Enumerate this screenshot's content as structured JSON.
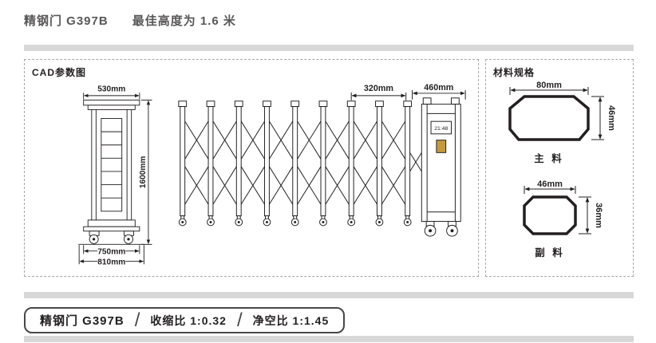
{
  "colors": {
    "bar": "#d8d8d8",
    "ink": "#231f20",
    "title_gray": "#595757"
  },
  "header": {
    "model": "精钢门 G397B",
    "note": "最佳高度为 1.6 米"
  },
  "cad_panel": {
    "title": "CAD参数图",
    "post": {
      "top_width": "530mm",
      "height": "1600mm",
      "base_inner": "750mm",
      "base_outer": "810mm"
    },
    "gate": {
      "panel_width": "320mm",
      "motor_box_width": "460mm",
      "display": "21:48"
    }
  },
  "material_panel": {
    "title": "材料规格",
    "main_profile": {
      "width": "80mm",
      "height": "46mm",
      "label": "主 料"
    },
    "sub_profile": {
      "width": "46mm",
      "height": "36mm",
      "label": "副 料"
    }
  },
  "footer": {
    "model": "精钢门 G397B",
    "separator": "/",
    "shrink_ratio": "收缩比 1:0.32",
    "clearance_ratio": "净空比 1:1.45"
  }
}
